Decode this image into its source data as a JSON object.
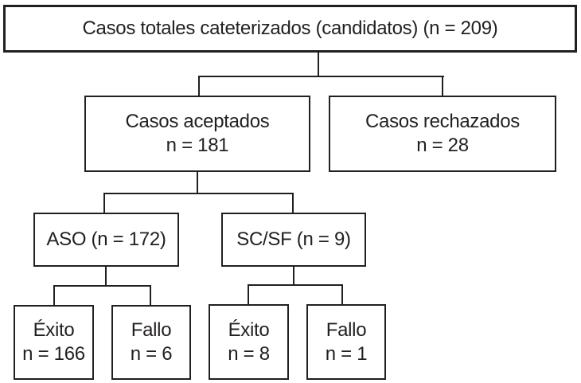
{
  "figure": {
    "type": "flowchart",
    "background_color": "#ffffff",
    "line_color": "#231f20",
    "text_color": "#231f20"
  },
  "nodes": {
    "root": {
      "label": "Casos totales cateterizados (candidatos) (n = 209)"
    },
    "accepted": {
      "label": "Casos aceptados",
      "count": "n = 181"
    },
    "rejected": {
      "label": "Casos rechazados",
      "count": "n = 28"
    },
    "aso": {
      "label": "ASO (n = 172)"
    },
    "scsf": {
      "label": "SC/SF (n = 9)"
    },
    "aso_exito": {
      "label": "Éxito",
      "count": "n = 166"
    },
    "aso_fallo": {
      "label": "Fallo",
      "count": "n = 6"
    },
    "scsf_exito": {
      "label": "Éxito",
      "count": "n = 8"
    },
    "scsf_fallo": {
      "label": "Fallo",
      "count": "n = 1"
    }
  }
}
